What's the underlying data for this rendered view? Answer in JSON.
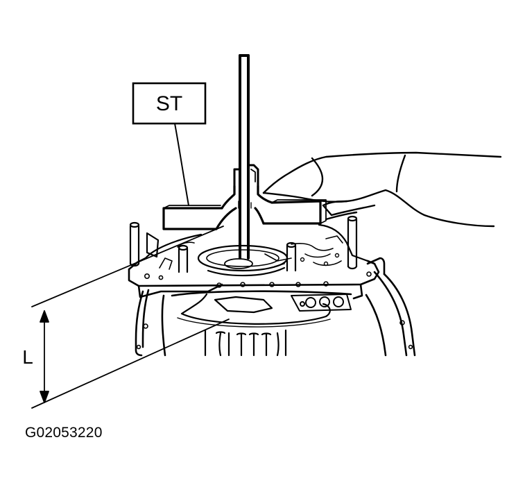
{
  "diagram": {
    "tool_label": "ST",
    "dimension_label": "L",
    "figure_code": "G02053220"
  }
}
